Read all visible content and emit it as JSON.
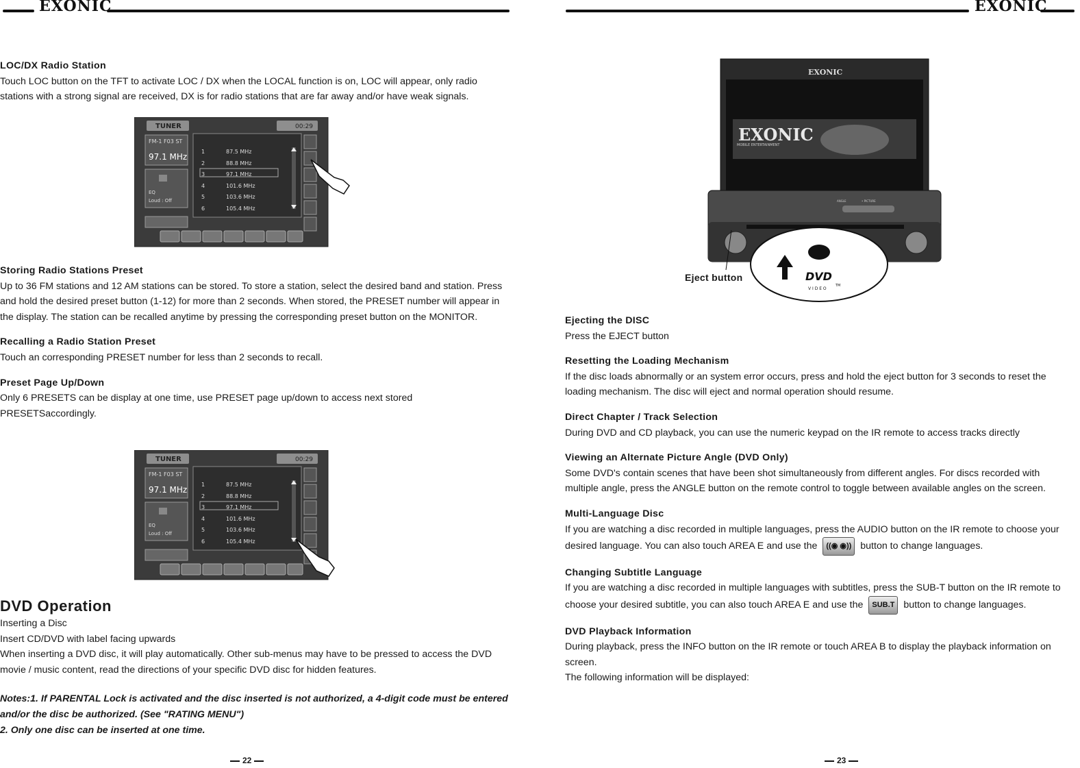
{
  "brand": "EXONIC",
  "left": {
    "sections": [
      {
        "heading": "LOC/DX Radio Station",
        "body": "Touch LOC button on the TFT to activate LOC / DX when the LOCAL function is on, LOC will appear, only radio stations with a strong signal are received, DX is for radio stations that are far away and/or have weak signals."
      },
      {
        "heading": "Storing Radio Stations Preset",
        "body": "Up to 36 FM stations and 12 AM stations can be stored. To store a station, select the desired band and station. Press and hold the desired preset button (1-12) for more than 2 seconds. When stored, the PRESET number will appear in the display. The station can be recalled anytime by pressing the corresponding preset button on the MONITOR."
      },
      {
        "heading": "Recalling a Radio Station Preset",
        "body": "Touch an corresponding PRESET number for less than 2 seconds to recall."
      },
      {
        "heading": "Preset Page Up/Down",
        "body": "Only 6 PRESETS can be display at one time, use PRESET page up/down to access next stored PRESETSaccordingly."
      }
    ],
    "tuner": {
      "title": "TUNER",
      "clock": "00:29",
      "band": "FM-1  F03   ST",
      "freq": "97.1 MHz",
      "eq": "EQ",
      "loud": "Loud :   Off",
      "presets": [
        {
          "n": "1",
          "f": "87.5 MHz"
        },
        {
          "n": "2",
          "f": "88.8 MHz"
        },
        {
          "n": "3",
          "f": "97.1 MHz"
        },
        {
          "n": "4",
          "f": "101.6 MHz"
        },
        {
          "n": "5",
          "f": "103.6 MHz"
        },
        {
          "n": "6",
          "f": "105.4 MHz"
        }
      ]
    },
    "dvd_title": "DVD Operation",
    "dvd_lines": [
      "Inserting a Disc",
      "Insert CD/DVD with label facing upwards",
      "When inserting a DVD disc, it will play automatically. Other sub-menus may have to be pressed to access the DVD movie / music content, read the directions of your specific DVD disc for hidden features."
    ],
    "notes": [
      "Notes:1. If PARENTAL Lock is activated and the disc inserted is not authorized, a 4-digit code must be entered and/or the disc be authorized. (See \"RATING MENU\")",
      "2. Only one disc can be inserted at one time."
    ],
    "page": "22"
  },
  "right": {
    "device_brand": "EXONIC",
    "device_sub": "MOBILE ENTERTAINMENT",
    "angle_label": "ANGLE",
    "picture_label": "• PICTURE",
    "eject_label": "Eject  button",
    "dvd_logo": "DVD",
    "video_logo": "V I D E O",
    "tm": "TM",
    "s1_h": "Ejecting the DISC",
    "s1_b": "Press the EJECT button",
    "s2_h": "Resetting the Loading Mechanism",
    "s2_b": "If the disc loads abnormally or an system error occurs, press and hold the eject button for 3 seconds to reset the loading mechanism. The disc will eject and normal operation should resume.",
    "s3_h": "Direct Chapter / Track Selection",
    "s3_b": "During DVD and CD playback, you can use the numeric keypad on the IR remote to access tracks directly",
    "s4_h": "Viewing an Alternate Picture Angle (DVD Only)",
    "s4_b": "Some DVD's contain scenes that have been shot simultaneously from different angles. For discs recorded with multiple angle, press the ANGLE button on the remote control to toggle between available angles on the screen.",
    "s5_h": "Multi-Language Disc",
    "s5_b1": "If you are watching a disc recorded in multiple languages, press the AUDIO button on the IR remote to choose your desired language. You can also touch AREA E and use the",
    "s5_btn": "((◉ ◉))",
    "s5_b2": "button to change languages.",
    "s6_h": "Changing Subtitle Language",
    "s6_b1": "If you are watching a disc recorded in multiple languages with subtitles, press the SUB-T button on the IR remote to choose your desired subtitle, you can also touch AREA E and use the",
    "s6_btn": "SUB.T",
    "s6_b2": "button to change languages.",
    "s7_h": "DVD Playback Information",
    "s7_b": "During playback, press the INFO button on the IR remote or touch AREA B to display the playback information on screen.",
    "s7_b2": "The following information will be displayed:",
    "page": "23"
  }
}
